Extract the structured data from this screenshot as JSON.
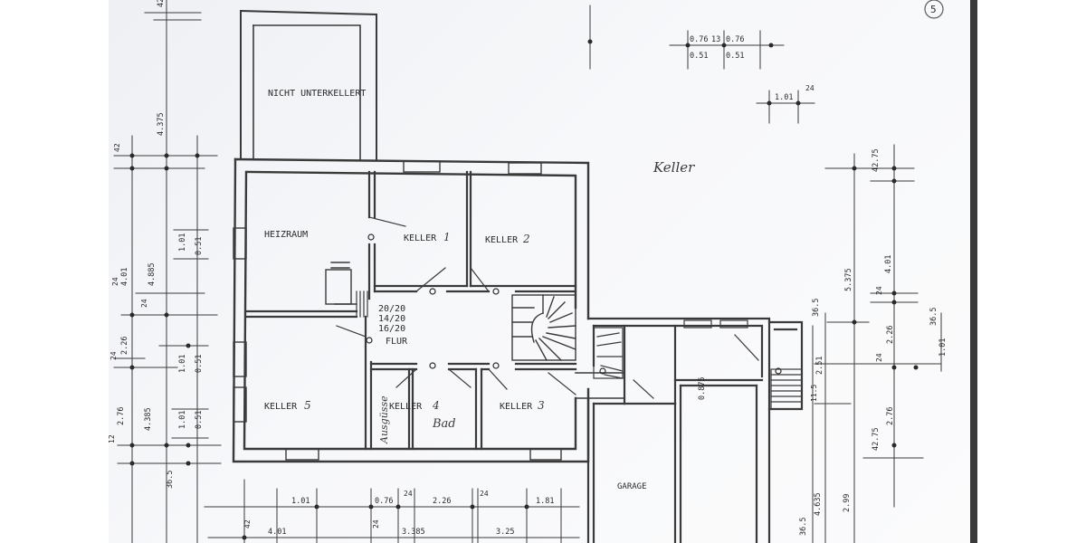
{
  "page_number": "5",
  "floor_label": "Keller",
  "rooms": {
    "nicht_unterkellert": "NICHT UNTERKELLERT",
    "heizraum": "HEIZRAUM",
    "keller1": "KELLER",
    "keller1_num": "1",
    "keller2": "KELLER",
    "keller2_num": "2",
    "keller3": "KELLER",
    "keller3_num": "3",
    "keller4": "KELLER",
    "keller4_num": "4",
    "keller5": "KELLER",
    "keller5_num": "5",
    "flur": "FLUR",
    "garage": "GARAGE",
    "ausguss": "Ausgüsse",
    "bad": "Bad"
  },
  "stair_notes": [
    "20/20",
    "14/20",
    "16/20"
  ],
  "dimensions": {
    "top_right_a": "0.76",
    "top_right_b": "13",
    "top_right_c": "0.76",
    "top_right_d": "0.51",
    "top_right_e": "0.51",
    "top_right_f": "1.01",
    "top_right_g": "24",
    "top_left_a": "42",
    "left_4375": "4.375",
    "left_42": "42",
    "left_4885": "4.885",
    "left_401": "4.01",
    "left_24a": "24",
    "left_101a": "1.01",
    "left_051a": "0.51",
    "left_24b": "24",
    "left_226": "2.26",
    "left_24c": "24",
    "left_101b": "1.01",
    "left_051b": "0.51",
    "left_4385": "4.385",
    "left_276": "2.76",
    "left_101c": "1.01",
    "left_051c": "0.51",
    "left_12": "12",
    "left_365": "36.5",
    "bottom_101": "1.01",
    "bottom_076": "0.76",
    "bottom_24a": "24",
    "bottom_226": "2.26",
    "bottom_24b": "24",
    "bottom_181": "1.81",
    "bottom_42": "42",
    "bottom_401": "4.01",
    "bottom_24c": "24",
    "bottom_3385": "3.385",
    "bottom_325": "3.25",
    "right_4275a": "42.75",
    "right_5375": "5.375",
    "right_401": "4.01",
    "right_24a": "24",
    "right_24b": "24",
    "right_365a": "36.5",
    "right_101": "1.01",
    "right_365b": "36.5",
    "right_226": "2.26",
    "right_251": "2.51",
    "right_115": "11.5",
    "right_2276": "2.76",
    "right_4275b": "42.75",
    "right_4635": "4.635",
    "right_365c": "36.5",
    "right_299": "2.99",
    "garage_0875": "0.875"
  }
}
